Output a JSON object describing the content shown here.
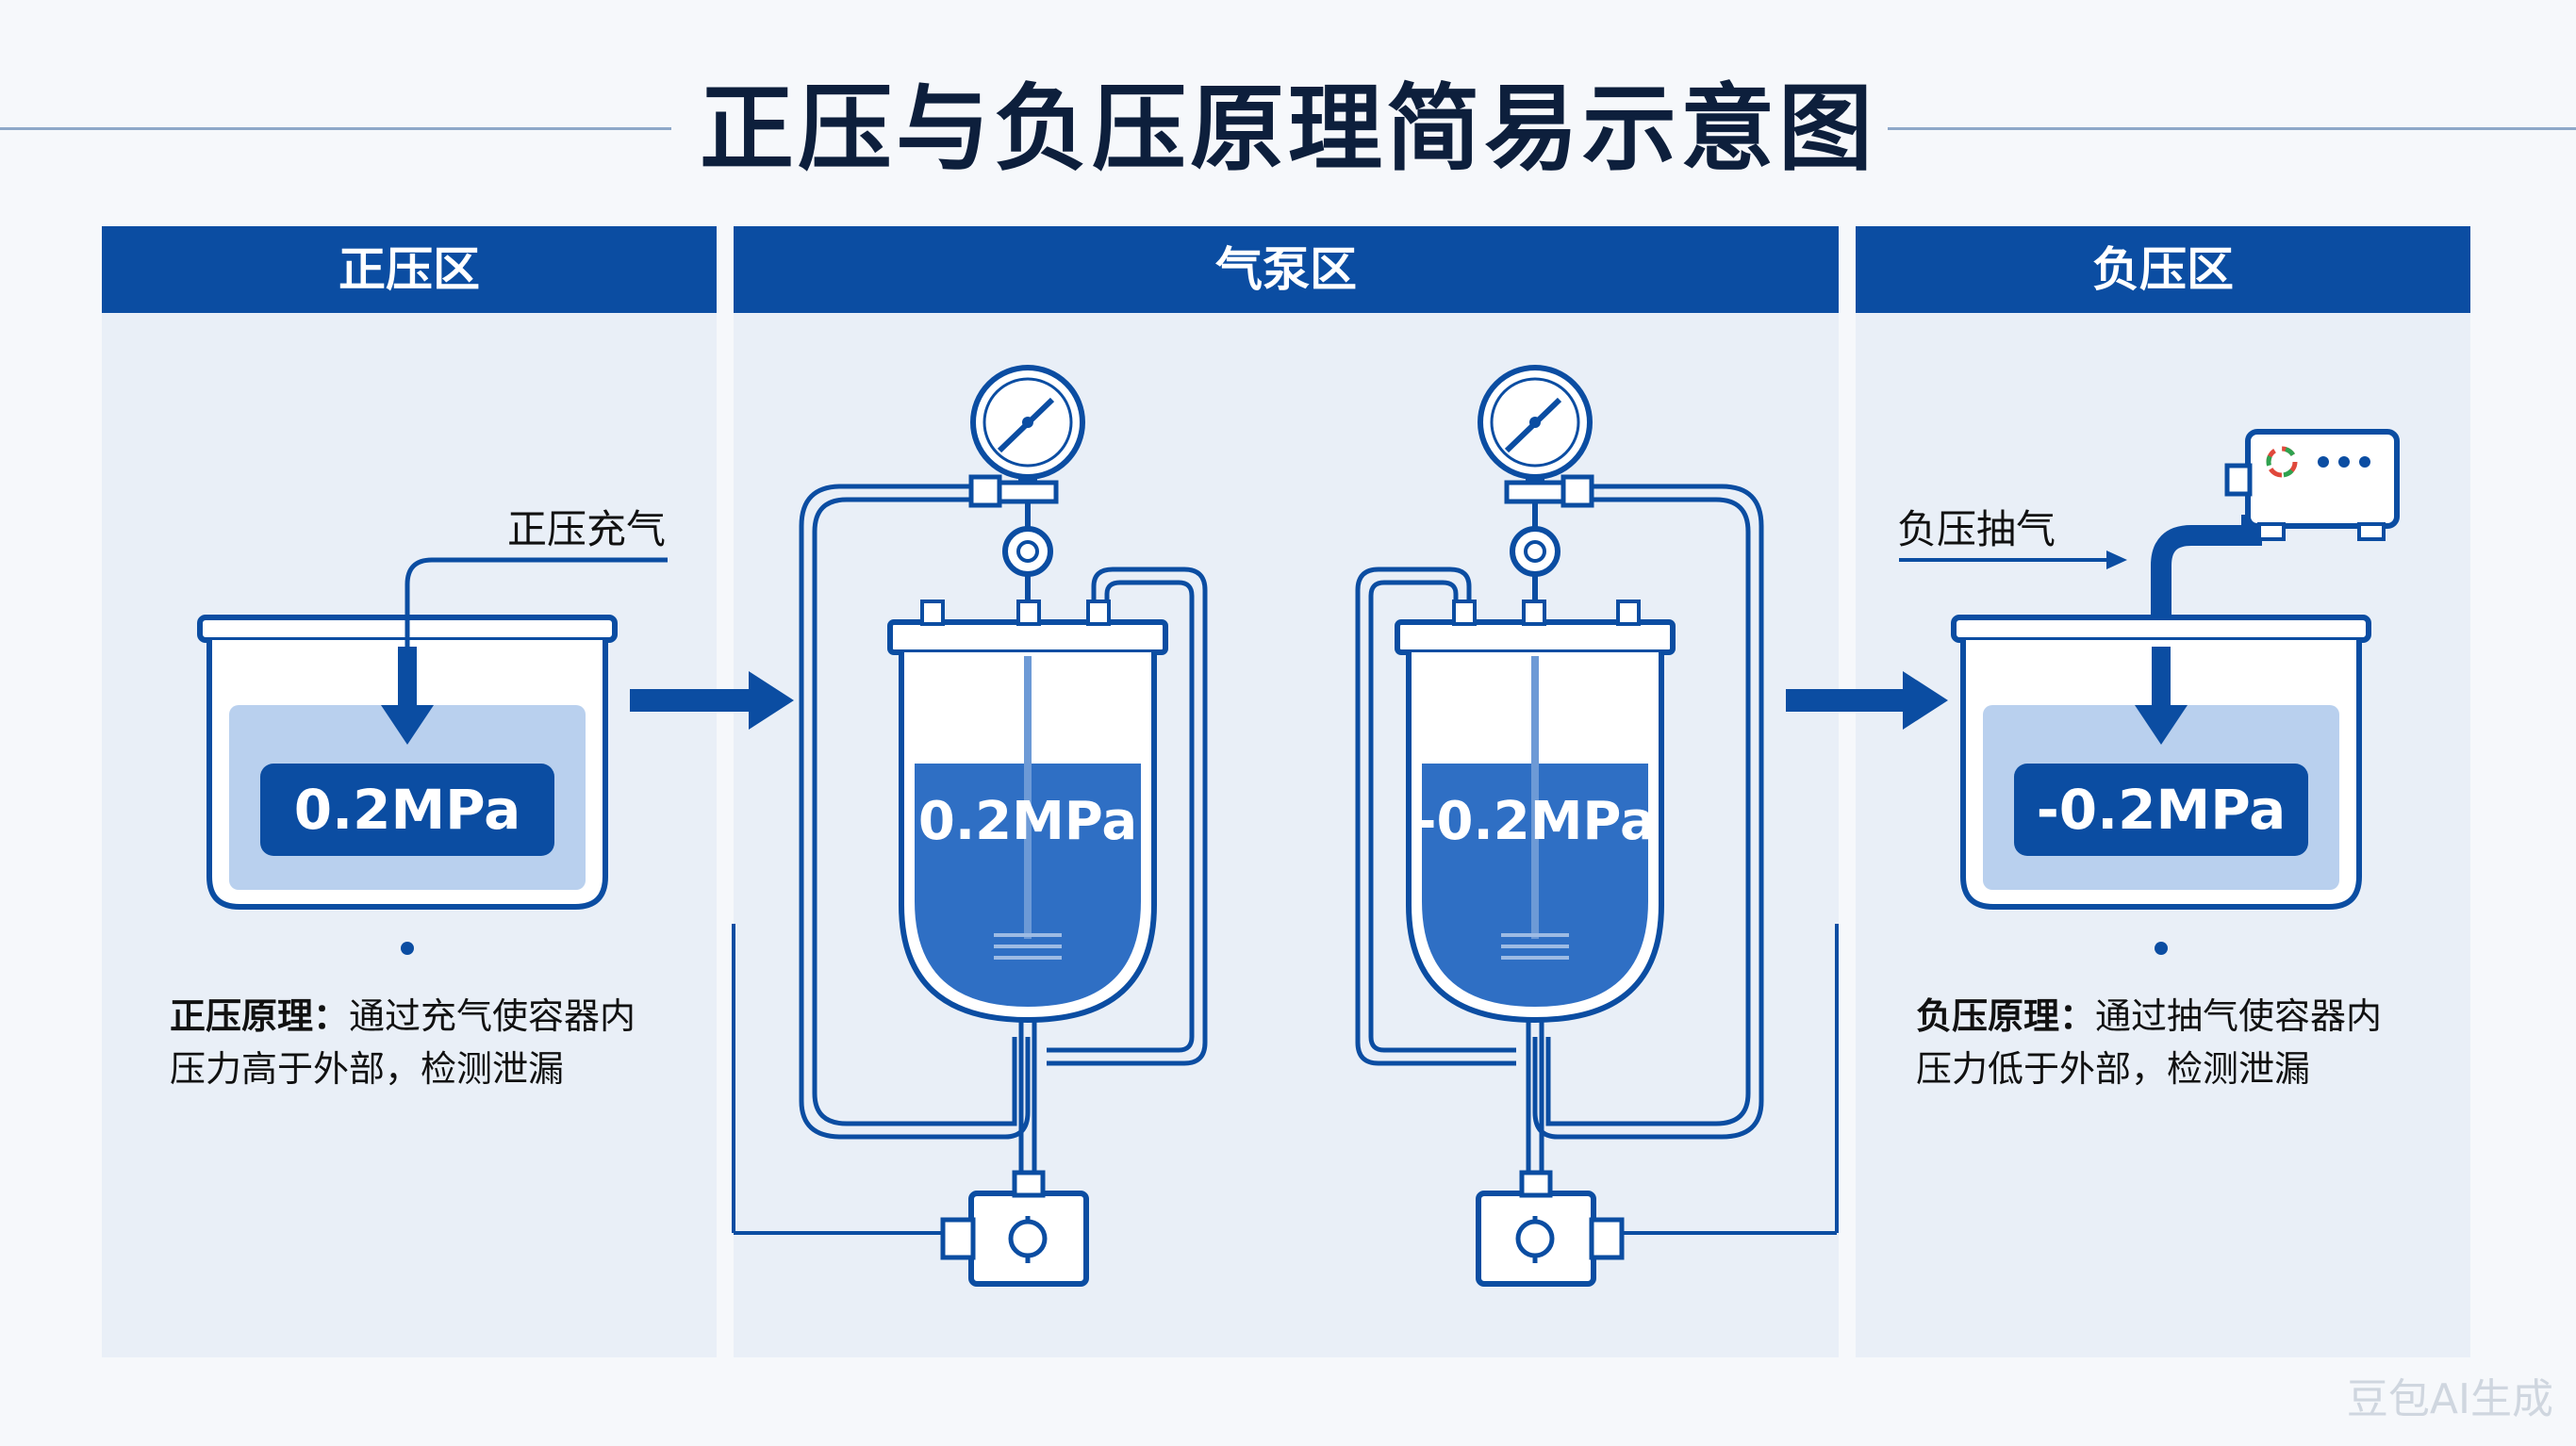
{
  "title": "正压与负压原理简易示意图",
  "panels": {
    "left": {
      "header": "正压区",
      "action_label": "正压充气",
      "pressure": "0.2MPa",
      "desc_bold": "正压原理：",
      "desc_line1": "通过充气使容器内",
      "desc_line2": "压力高于外部，检测泄漏"
    },
    "middle": {
      "header": "气泵区",
      "tank_left_pressure": "0.2MPa",
      "tank_right_pressure": "-0.2MPa"
    },
    "right": {
      "header": "负压区",
      "action_label": "负压抽气",
      "pressure": "-0.2MPa",
      "desc_bold": "负压原理：",
      "desc_line1": "通过抽气使容器内",
      "desc_line2": "压力低于外部，检测泄漏"
    }
  },
  "watermark": "豆包AI生成",
  "colors": {
    "primary": "#0b4da2",
    "panel_bg": "#e9eff7",
    "liquid": "#2f6fc4",
    "liquid_light": "#b9d0ee"
  }
}
